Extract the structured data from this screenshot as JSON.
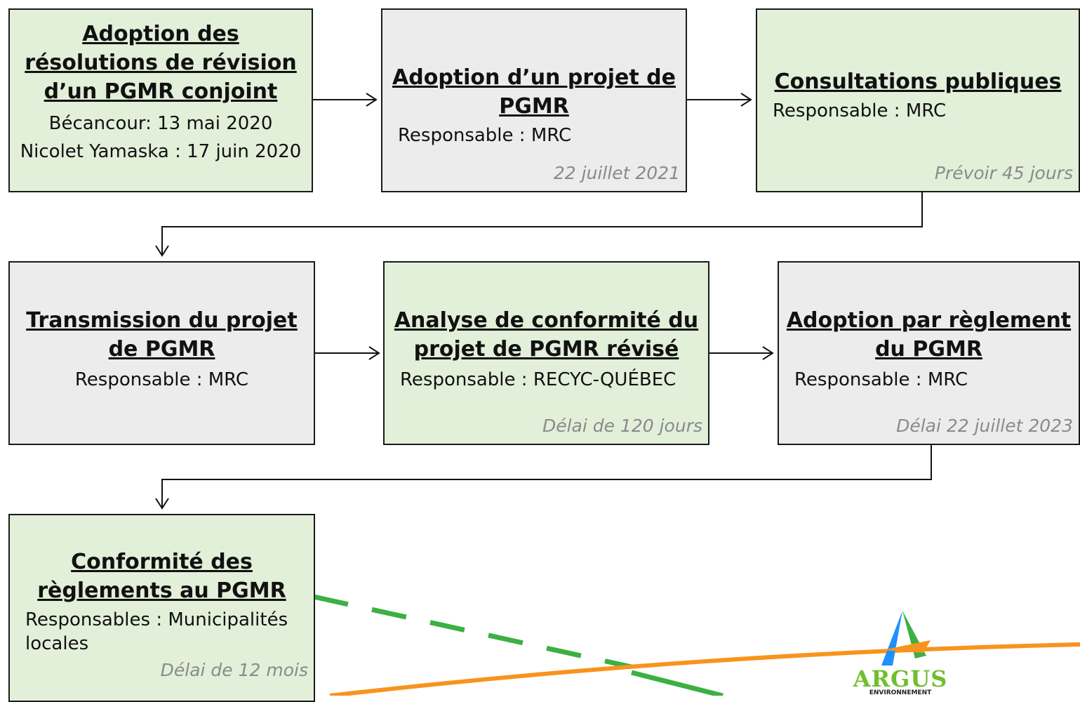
{
  "steps": [
    {
      "title": "Adoption des résolutions de révision d’un PGMR conjoint",
      "lines": [
        "Bécancour: 13 mai 2020",
        "Nicolet Yamaska : 17 juin 2020"
      ],
      "note": "",
      "fill": "green"
    },
    {
      "title": "Adoption d’un projet de PGMR",
      "lines": [
        "Responsable : MRC"
      ],
      "note": "22 juillet 2021",
      "fill": "gray"
    },
    {
      "title": "Consultations publiques",
      "lines": [
        "Responsable : MRC"
      ],
      "note": "Prévoir 45 jours",
      "fill": "green"
    },
    {
      "title": "Transmission du projet de PGMR",
      "lines": [
        "Responsable : MRC"
      ],
      "note": "",
      "fill": "gray"
    },
    {
      "title": "Analyse de conformité du projet de PGMR révisé",
      "lines": [
        "Responsable : RECYC-QUÉBEC"
      ],
      "note": "Délai de 120 jours",
      "fill": "green"
    },
    {
      "title": "Adoption par règlement du PGMR",
      "lines": [
        "Responsable : MRC"
      ],
      "note": "Délai 22 juillet 2023",
      "fill": "gray"
    },
    {
      "title": "Conformité des règlements au PGMR",
      "lines": [
        "Responsables : Municipalités locales"
      ],
      "note": "Délai de 12 mois",
      "fill": "green"
    }
  ],
  "logo": {
    "name": "ARGUS",
    "subtitle": "ENVIRONNEMENT"
  },
  "colors": {
    "green_fill": "#e2efd9",
    "gray_fill": "#ececec",
    "border": "#1a1a1a",
    "note_text": "#8a8a8a",
    "deco_green": "#3cb043",
    "deco_orange": "#f7941d",
    "logo_blue": "#1e90ff"
  }
}
